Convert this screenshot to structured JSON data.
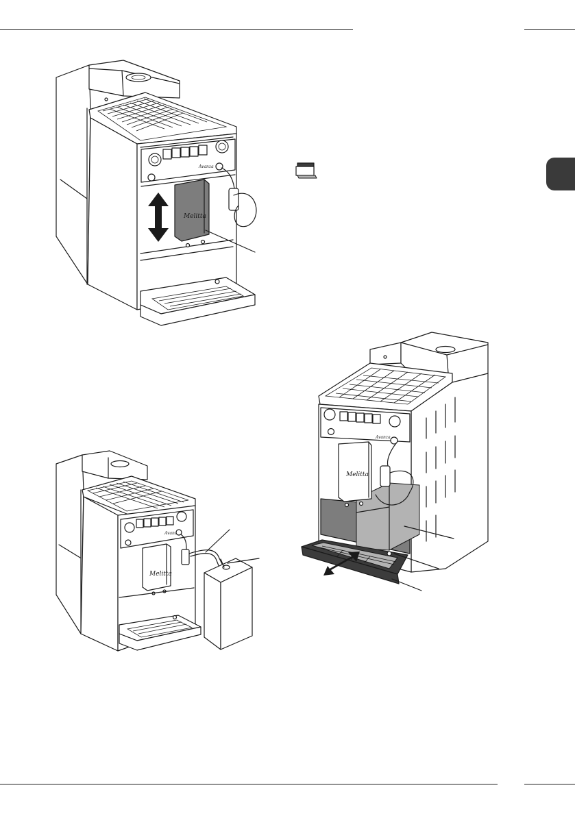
{
  "page": {
    "language_tab_color": "#3a3a3a",
    "accent_gray": "#7d7d7d"
  },
  "figures": {
    "fig1": {
      "logo_text": "Melitta",
      "model_text": "Avanza"
    },
    "fig2": {
      "logo_text": "Melitta",
      "model_text": "Avanza"
    },
    "fig3": {
      "logo_text": "Melitta",
      "model_text": "Avanza"
    }
  },
  "icons": {
    "tray_icon": "drip-tray-icon"
  }
}
